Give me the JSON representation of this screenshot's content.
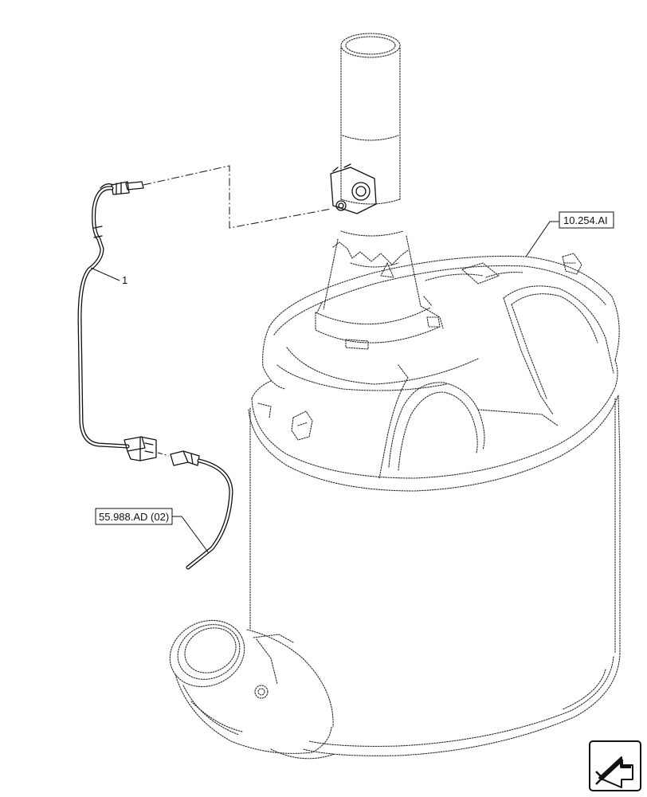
{
  "diagram": {
    "part_number": "1",
    "refs": {
      "muffler_ref": "10.254.AI",
      "harness_ref": "55.988.AD (02)"
    },
    "icons": {
      "nav_icon": "next-page-arrow-icon"
    }
  }
}
